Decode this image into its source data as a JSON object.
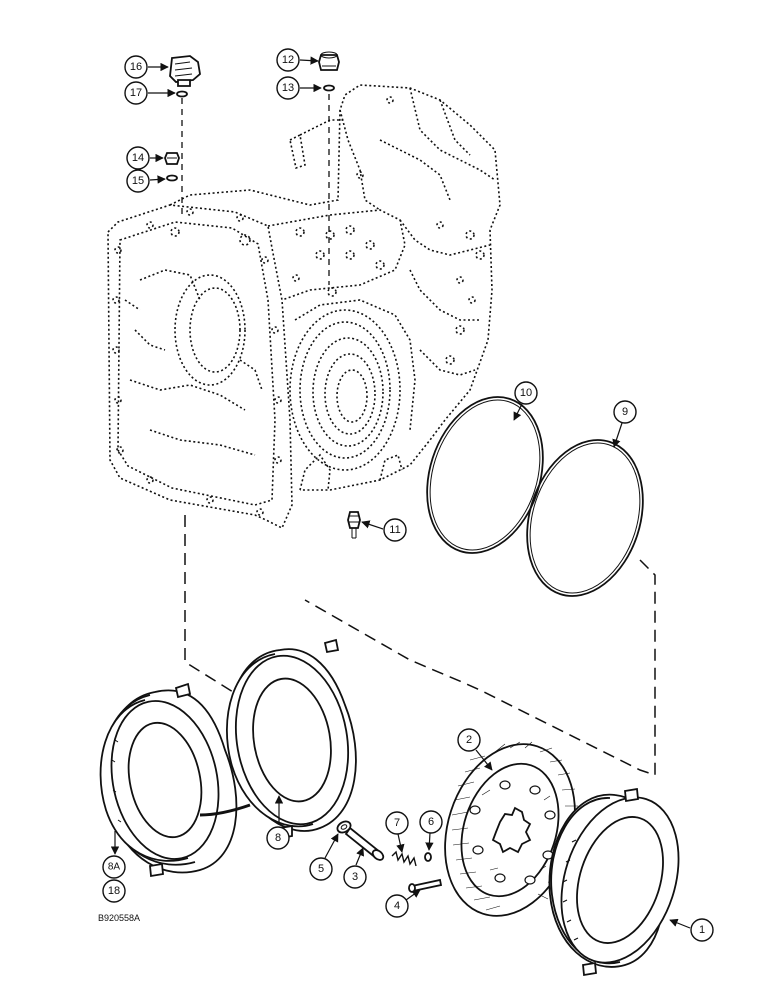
{
  "figure_code": "B920558A",
  "callouts": [
    {
      "id": "c1",
      "label": "1"
    },
    {
      "id": "c2",
      "label": "2"
    },
    {
      "id": "c3",
      "label": "3"
    },
    {
      "id": "c4",
      "label": "4"
    },
    {
      "id": "c5",
      "label": "5"
    },
    {
      "id": "c6",
      "label": "6"
    },
    {
      "id": "c7",
      "label": "7"
    },
    {
      "id": "c8",
      "label": "8"
    },
    {
      "id": "c8a",
      "label": "8A"
    },
    {
      "id": "c18",
      "label": "18"
    },
    {
      "id": "c9",
      "label": "9"
    },
    {
      "id": "c10",
      "label": "10"
    },
    {
      "id": "c11",
      "label": "11"
    },
    {
      "id": "c12",
      "label": "12"
    },
    {
      "id": "c13",
      "label": "13"
    },
    {
      "id": "c14",
      "label": "14"
    },
    {
      "id": "c15",
      "label": "15"
    },
    {
      "id": "c16",
      "label": "16"
    },
    {
      "id": "c17",
      "label": "17"
    }
  ]
}
